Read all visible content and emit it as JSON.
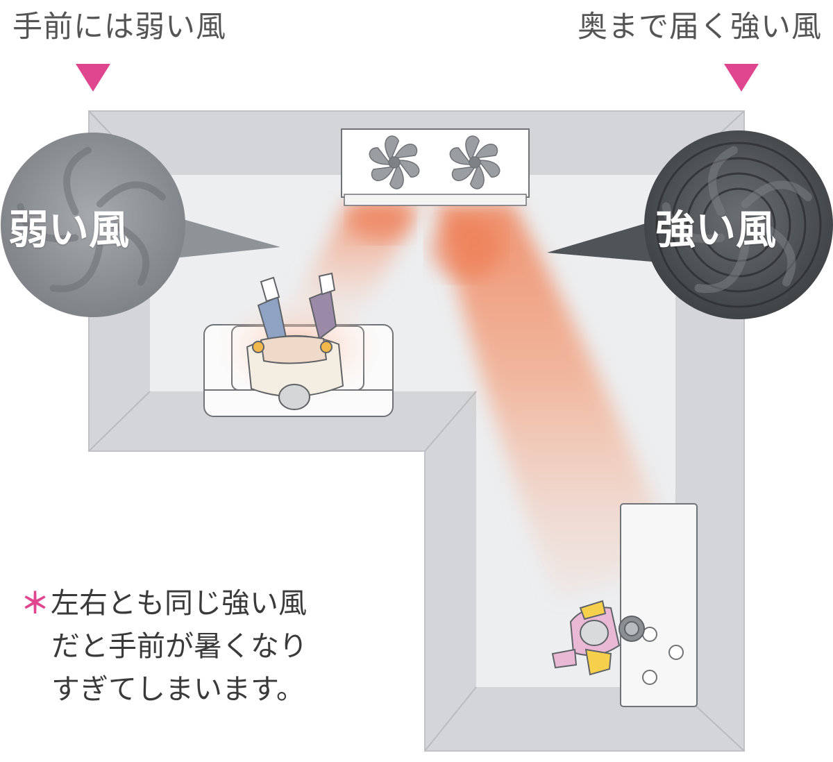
{
  "headings": {
    "left": "手前には弱い風",
    "right": "奥まで届く強い風"
  },
  "fan_labels": {
    "weak": "弱い風",
    "strong": "強い風"
  },
  "note": {
    "asterisk": "＊",
    "line1": "左右とも同じ強い風",
    "line2": "だと手前が暑くなり",
    "line3": "すぎてしまいます。"
  },
  "colors": {
    "marker": "#e0468f",
    "wall": "#d3d5d8",
    "floor": "#eceef0",
    "airflow": "#f08a60",
    "weak_fan": "#8f9398",
    "strong_fan": "#505357"
  }
}
